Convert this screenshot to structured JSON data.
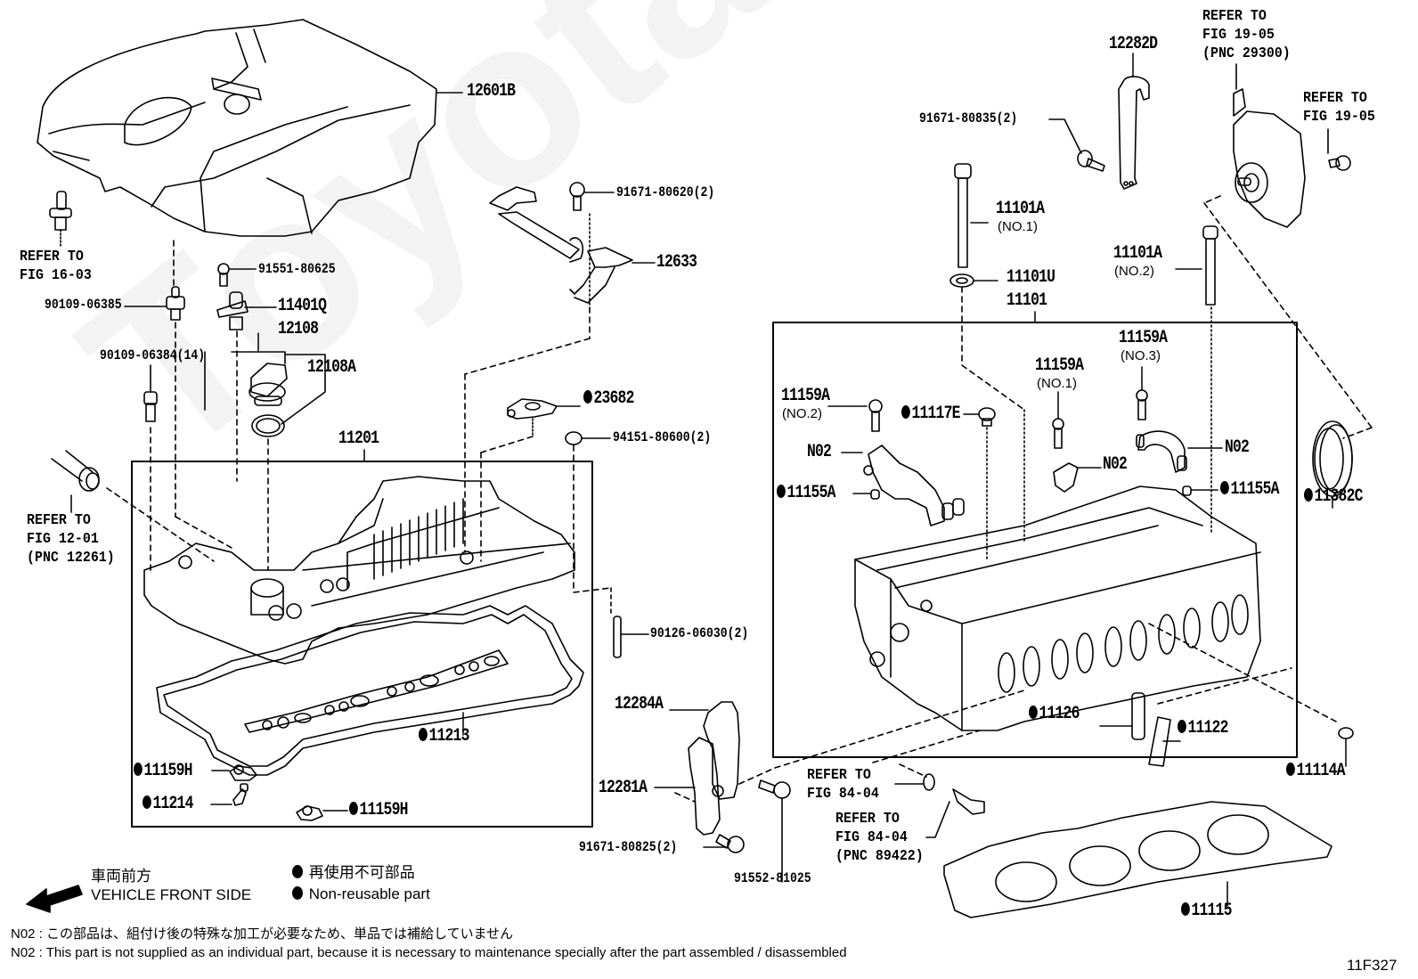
{
  "figure_id": "11F327",
  "watermark": "ToyotaCarMine.ru",
  "accent_color": "#000000",
  "parts": {
    "p12601B": "12601B",
    "p91551_80625": "91551-80625",
    "p90109_06385": "90109-06385",
    "p11401Q": "11401Q",
    "p12108": "12108",
    "p12108A": "12108A",
    "p90109_06384": "90109-06384(14)",
    "p91671_80620": "91671-80620(2)",
    "p12633": "12633",
    "p23682": "23682",
    "p94151_80600": "94151-80600(2)",
    "p11201": "11201",
    "p90126_06030": "90126-06030(2)",
    "p11213": "11213",
    "p11159H_1": "11159H",
    "p11214": "11214",
    "p11159H_2": "11159H",
    "p12284A": "12284A",
    "p12281A": "12281A",
    "p91671_80825": "91671-80825(2)",
    "p91552_81025": "91552-81025",
    "p12282D": "12282D",
    "p91671_80835": "91671-80835(2)",
    "p11101A_1": "11101A",
    "p11101A_1_sub": "(NO.1)",
    "p11101U": "11101U",
    "p11101": "11101",
    "p11101A_2": "11101A",
    "p11101A_2_sub": "(NO.2)",
    "p11159A_2": "11159A",
    "p11159A_2_sub": "(NO.2)",
    "p11117E": "11117E",
    "p11159A_1": "11159A",
    "p11159A_1_sub": "(NO.1)",
    "p11159A_3": "11159A",
    "p11159A_3_sub": "(NO.3)",
    "pN02_1": "N02",
    "pN02_2": "N02",
    "pN02_3": "N02",
    "p11155A_1": "11155A",
    "p11155A_2": "11155A",
    "p11382C": "11382C",
    "p11126": "11126",
    "p11122": "11122",
    "p11114A": "11114A",
    "p11115": "11115"
  },
  "references": {
    "fig16_03": "REFER TO\nFIG 16-03",
    "fig12_01": "REFER TO\nFIG 12-01\n(PNC 12261)",
    "fig19_05_a": "REFER TO\nFIG 19-05\n(PNC 29300)",
    "fig19_05_b": "REFER TO\nFIG 19-05",
    "fig84_04_a": "REFER TO\nFIG 84-04",
    "fig84_04_b": "REFER TO\nFIG 84-04\n(PNC 89422)"
  },
  "legend": {
    "front_jp": "車両前方",
    "front_en": "VEHICLE FRONT SIDE",
    "nonreusable_jp": "再使用不可部品",
    "nonreusable_en": "Non-reusable part"
  },
  "notes": {
    "n02_jp": "N02 : この部品は、組付け後の特殊な加工が必要なため、単品では補給していません",
    "n02_en": "N02 : This part is not supplied as an individual part, because it is necessary to maintenance specially after the part assembled / disassembled"
  }
}
